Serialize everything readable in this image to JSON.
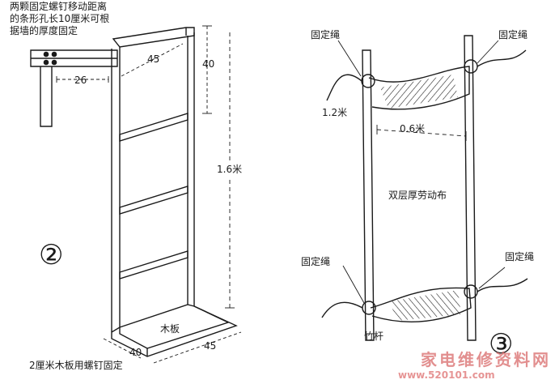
{
  "left_figure": {
    "note_lines": [
      "两颗固定螺钉移动距离",
      "的条形孔长10厘米可根",
      "据墙的厚度固定"
    ],
    "dims": {
      "top_width": "45",
      "top_height": "40",
      "arm_length": "26",
      "total_height": "1.6米",
      "base_depth": "40",
      "base_width": "45"
    },
    "base_label": "木板",
    "caption": "2厘米木板用螺钉固定",
    "number": "②"
  },
  "right_figure": {
    "rope_label": "固定绳",
    "dims": {
      "length": "1.2米",
      "width": "0.6米"
    },
    "cloth_label": "双层厚劳动布",
    "pole_label": "竹杆",
    "number": "③"
  },
  "watermark": {
    "site_name": "家电维修资料网",
    "url": "www.520101.com"
  }
}
